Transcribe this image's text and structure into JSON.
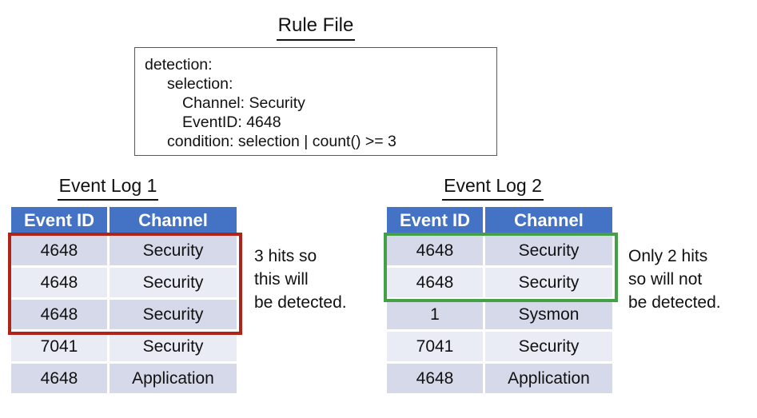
{
  "colors": {
    "header-blue": "#4472C4",
    "row-dark": "#D5D9EA",
    "row-light": "#E9EBF5",
    "highlight-red": "#B02318",
    "highlight-green": "#43A047",
    "box-border": "#595959"
  },
  "rule_file": {
    "title": "Rule File",
    "lines": [
      "detection:",
      "selection:",
      "Channel: Security",
      "EventID: 4648",
      "condition: selection | count() >= 3"
    ]
  },
  "log1": {
    "title": "Event Log 1",
    "headers": [
      "Event ID",
      "Channel"
    ],
    "rows": [
      [
        "4648",
        "Security"
      ],
      [
        "4648",
        "Security"
      ],
      [
        "4648",
        "Security"
      ],
      [
        "7041",
        "Security"
      ],
      [
        "4648",
        "Application"
      ]
    ],
    "note": [
      "3 hits so",
      "this will",
      "be detected."
    ]
  },
  "log2": {
    "title": "Event Log 2",
    "headers": [
      "Event ID",
      "Channel"
    ],
    "rows": [
      [
        "4648",
        "Security"
      ],
      [
        "4648",
        "Security"
      ],
      [
        "1",
        "Sysmon"
      ],
      [
        "7041",
        "Security"
      ],
      [
        "4648",
        "Application"
      ]
    ],
    "note": [
      "Only 2 hits",
      "so will not",
      "be detected."
    ]
  }
}
